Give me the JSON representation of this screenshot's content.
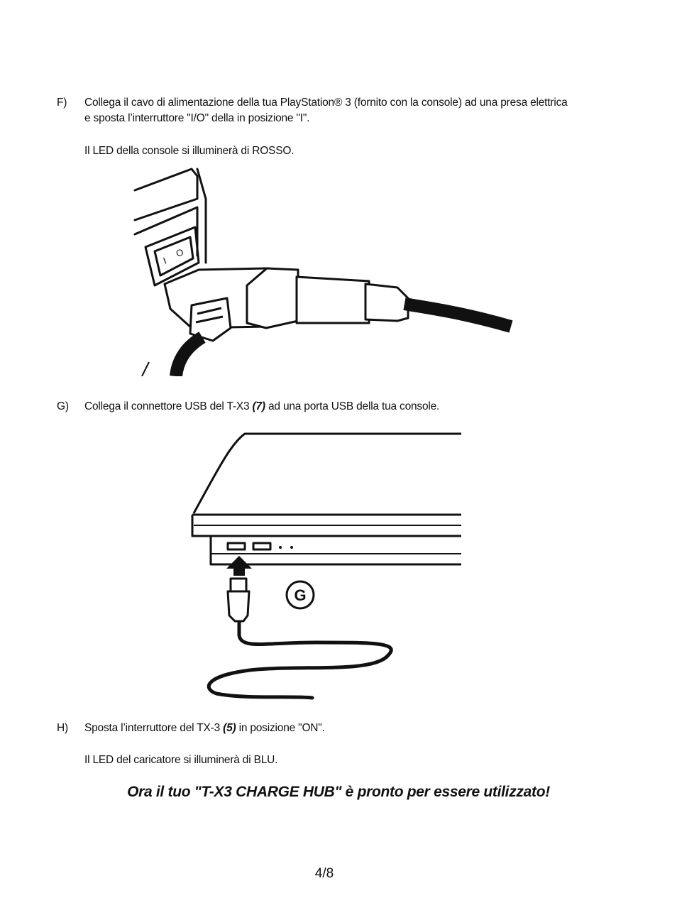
{
  "steps": [
    {
      "letter": "F)",
      "text": "Collega il cavo di alimentazione della tua PlayStation® 3 (fornito con la console) ad una presa elettrica e sposta l’interruttore \"I/O\" della in posizione \"I\".",
      "note": "Il LED della console si illuminerà di ROSSO."
    },
    {
      "letter": "G)",
      "text_before": "Collega il connettore USB del T-X3 ",
      "ref": "(7)",
      "text_after": " ad una porta USB della tua console."
    },
    {
      "letter": "H)",
      "text_before": "Sposta l’interruttore del TX-3 ",
      "ref": "(5)",
      "text_after": " in posizione \"ON\".",
      "note": "Il LED del caricatore si illuminerà di BLU."
    }
  ],
  "illustrations": {
    "power": {
      "switch_on": "I",
      "switch_off": "O"
    },
    "usb": {
      "label": "G"
    }
  },
  "final_message": "Ora il tuo \"T-X3 CHARGE HUB\" è pronto per essere utilizzato!",
  "page_number": "4/8"
}
